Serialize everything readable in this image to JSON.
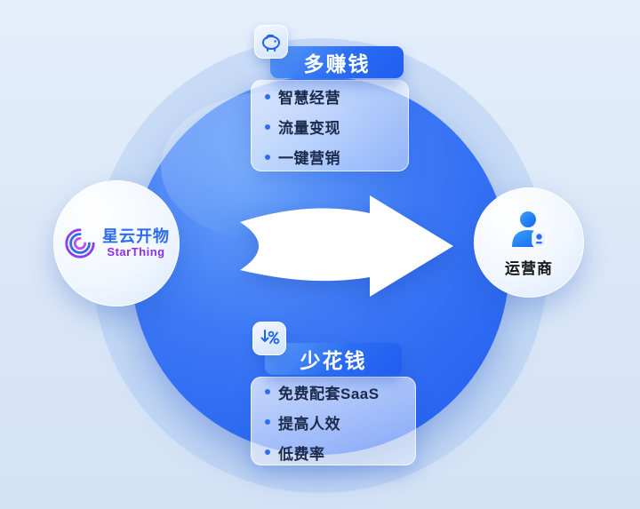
{
  "left_node": {
    "title": "星云开物",
    "subtitle": "StarThing",
    "icon": "starthing-spiral-logo-icon"
  },
  "right_node": {
    "label": "运营商",
    "icon": "operator-person-icon"
  },
  "cards": {
    "top": {
      "icon": "piggy-bank-icon",
      "title": "多赚钱",
      "items": [
        "智慧经营",
        "流量变现",
        "一键营销"
      ]
    },
    "bottom": {
      "icon": "discount-down-icon",
      "title": "少花钱",
      "items": [
        "免费配套SaaS",
        "提高人效",
        "低费率"
      ]
    }
  },
  "colors": {
    "accent": "#2a6cf2",
    "circle_blue": "#1f5bee",
    "background": "#d9e6f7",
    "bullet": "#2f6ef2",
    "logo_blue": "#2b6cf0",
    "logo_purple": "#8a2ff0"
  }
}
